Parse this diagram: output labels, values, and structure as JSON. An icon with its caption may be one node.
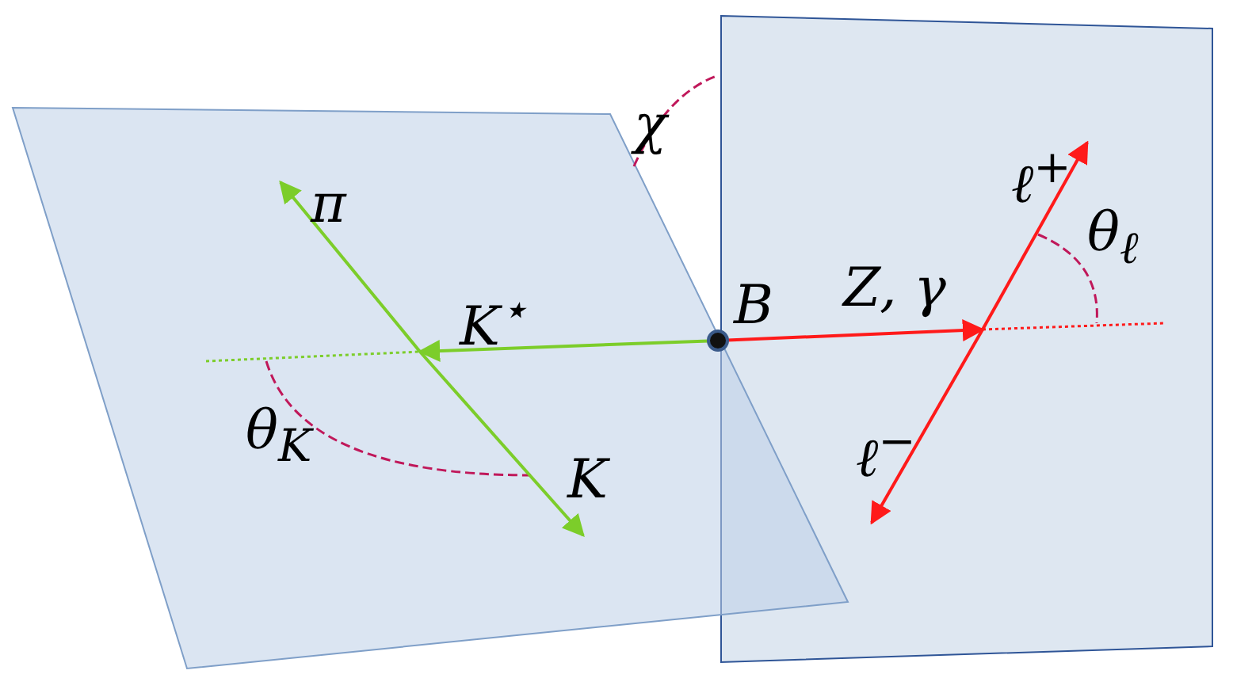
{
  "diagram": {
    "nodes": [
      {
        "text": [
          "B"
        ]
      },
      {
        "text": [
          "K$^{⋆}$"
        ]
      },
      {
        "text": [
          "π"
        ]
      },
      {
        "text": [
          "K"
        ]
      },
      {
        "text": [
          "Z, γ"
        ]
      },
      {
        "text": [
          "ℓ$^{+}$"
        ]
      },
      {
        "text": [
          "ℓ$^{−}$"
        ]
      }
    ],
    "edges": [
      {
        "from": 0,
        "to": 1,
        "arrow": "to",
        "color": "#7ccd2a"
      },
      {
        "from": 1,
        "to": 2,
        "arrow": "to",
        "color": "#7ccd2a"
      },
      {
        "from": 1,
        "to": 3,
        "arrow": "to",
        "color": "#7ccd2a"
      },
      {
        "from": 0,
        "to": 4,
        "arrow": "to",
        "color": "#ff1a1a"
      },
      {
        "from": 4,
        "to": 5,
        "arrow": "to",
        "color": "#ff1a1a"
      },
      {
        "from": 4,
        "to": 6,
        "arrow": "to",
        "color": "#ff1a1a"
      }
    ],
    "labels": [
      "χ",
      "θ$_{ℓ}$",
      "θ$_{K}$"
    ]
  }
}
